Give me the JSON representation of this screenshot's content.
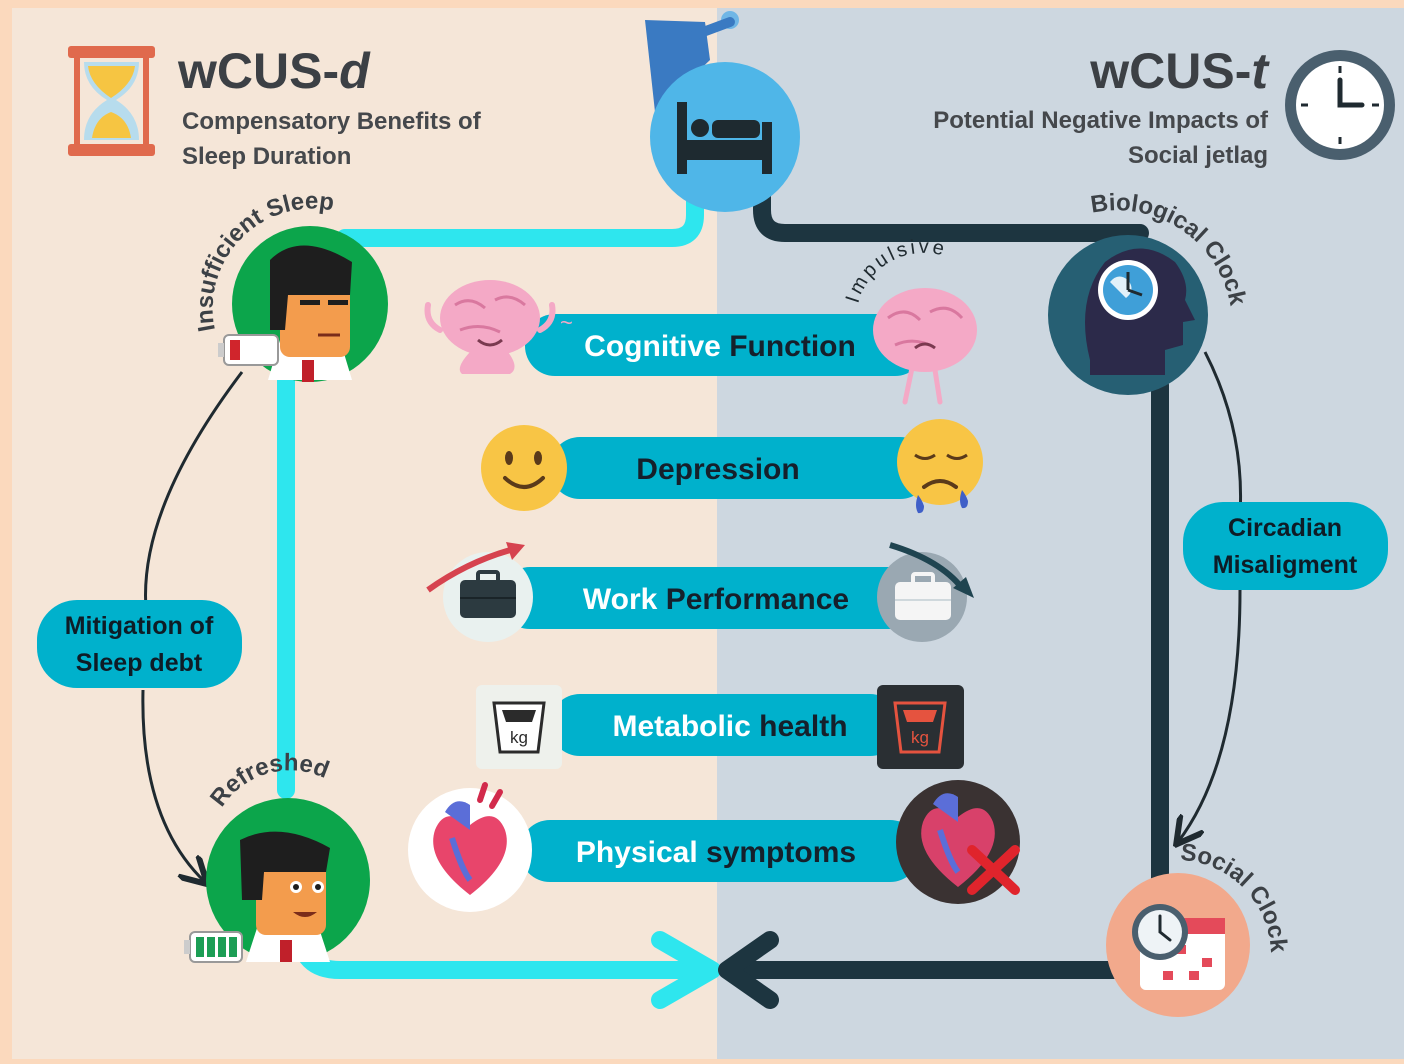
{
  "left_panel": {
    "title_main": "wCUS-",
    "title_suffix": "d",
    "subtitle_line1": "Compensatory Benefits of",
    "subtitle_line2": "Sleep Duration",
    "icon": "hourglass-icon"
  },
  "right_panel": {
    "title_main": "wCUS-",
    "title_suffix": "t",
    "subtitle_line1": "Potential Negative Impacts of",
    "subtitle_line2": "Social jetlag",
    "icon": "clock-icon"
  },
  "center_icon": "bed-icon",
  "nodes": {
    "insufficient_sleep": "Insufficient Sleep",
    "refreshed": "Refreshed",
    "biological_clock": "Biological Clock",
    "social_clock": "Social Clock",
    "impulsive": "Impulsive"
  },
  "pills": {
    "mitigation_line1": "Mitigation of",
    "mitigation_line2": "Sleep debt",
    "circadian_line1": "Circadian",
    "circadian_line2": "Misaligment"
  },
  "bars": [
    {
      "left": "Cognitive",
      "right": "Function",
      "left_icon": "happy-brain-icon",
      "right_icon": "sad-brain-icon"
    },
    {
      "left": "Depression",
      "right": "",
      "left_icon": "smiley-face-icon",
      "right_icon": "crying-face-icon"
    },
    {
      "left": "Work",
      "right": "Performance",
      "left_icon": "briefcase-up-icon",
      "right_icon": "briefcase-down-icon"
    },
    {
      "left": "Metabolic",
      "right": "health",
      "left_icon": "scale-light-icon",
      "right_icon": "scale-dark-icon"
    },
    {
      "left": "Physical",
      "right": "symptoms",
      "left_icon": "heart-icon",
      "right_icon": "heart-crossed-icon"
    }
  ],
  "colors": {
    "left_bg": "#f5e6d8",
    "right_bg": "#cdd7e0",
    "frame": "#fbd9bd",
    "cyan_path": "#2ee6ee",
    "dark_path": "#1d3540",
    "bar": "#00b1cc",
    "node_green": "#0ca54b",
    "node_teal": "#265f73",
    "bed_blue": "#4fb6e8"
  }
}
